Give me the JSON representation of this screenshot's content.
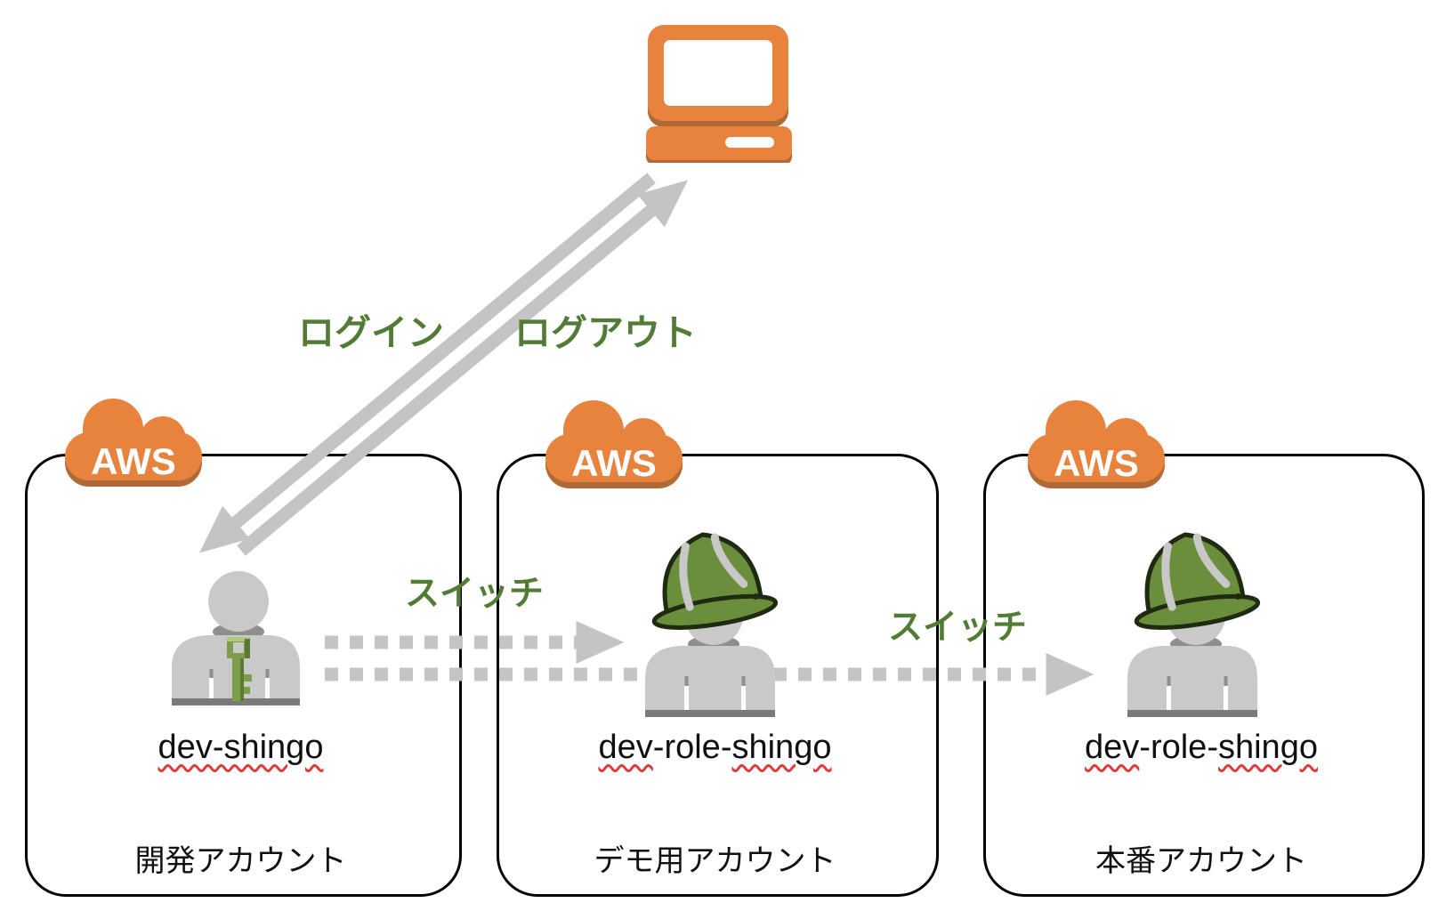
{
  "device": {
    "icon": "laptop-icon"
  },
  "flow_labels": {
    "login": "ログイン",
    "logout": "ログアウト",
    "switch_dev_to_demo": "スイッチ",
    "switch_demo_to_prod": "スイッチ"
  },
  "accounts": [
    {
      "cloud_label": "AWS",
      "account_label": "開発アカウント",
      "user": {
        "icon": "iam-user-with-key",
        "name": "dev-shingo",
        "name_parts": [
          {
            "text": "dev-shingo",
            "misspelled": true
          }
        ]
      }
    },
    {
      "cloud_label": "AWS",
      "account_label": "デモ用アカウント",
      "user": {
        "icon": "iam-role-hard-hat",
        "name": "dev-role-shingo",
        "name_parts": [
          {
            "text": "dev",
            "misspelled": true
          },
          {
            "text": "-role-",
            "misspelled": false
          },
          {
            "text": "shingo",
            "misspelled": true
          }
        ]
      }
    },
    {
      "cloud_label": "AWS",
      "account_label": "本番アカウント",
      "user": {
        "icon": "iam-role-hard-hat",
        "name": "dev-role-shingo",
        "name_parts": [
          {
            "text": "dev",
            "misspelled": true
          },
          {
            "text": "-role-",
            "misspelled": false
          },
          {
            "text": "shingo",
            "misspelled": true
          }
        ]
      }
    }
  ],
  "colors": {
    "aws_orange": "#E8833E",
    "aws_orange_shadow": "#B06A38",
    "label_green": "#527C35",
    "arrow_gray": "#C4C4C4",
    "figure_gray": "#C9C9C9",
    "figure_dark_gray": "#7A7A7A",
    "key_green": "#7C9E4B",
    "hat_green": "#6B8E3C",
    "misspell_red": "#E23A3A",
    "box_border": "#000000"
  }
}
